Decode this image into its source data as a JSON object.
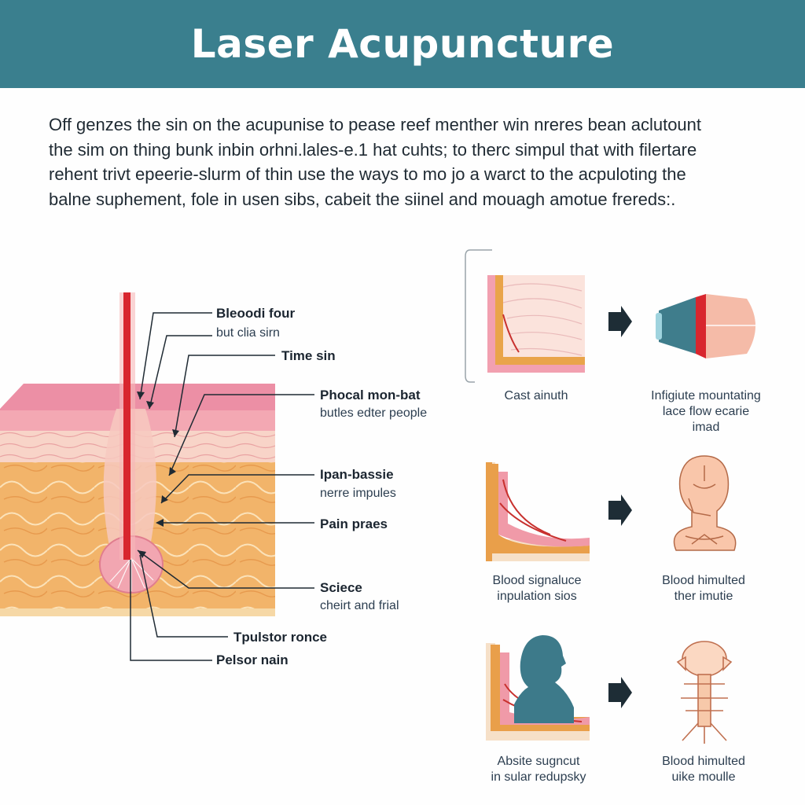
{
  "title": "Laser Acupuncture",
  "intro": [
    "Off genzes the sin on the acupunise to pease reef menther win nreres bean aclutount",
    "the sim on thing bunk inbin orhni.lales-e.1 hat cuhts; to therc simpul that with filertare",
    "rehent trivt epeerie-slurm of thin use the ways to mo jo a warct to the acpuloting the",
    "balne suphement, fole in usen sibs, cabeit the siinel and mouagh amotue frereds:."
  ],
  "labels": [
    {
      "title": "Bleoodi four",
      "sub": "but clia sirn"
    },
    {
      "title": "Time sin",
      "sub": ""
    },
    {
      "title": "Phocal mon-bat",
      "sub": "butles edter people"
    },
    {
      "title": "Ipan-bassie",
      "sub": "nerre impules"
    },
    {
      "title": "Pain praes",
      "sub": ""
    },
    {
      "title": "Sciece",
      "sub": "cheirt and frial"
    },
    {
      "title": "Tpulstor ronce",
      "sub": ""
    },
    {
      "title": "Pelsor nain",
      "sub": ""
    }
  ],
  "panels": [
    {
      "left_caption": [
        "Cast ainuth"
      ],
      "right_caption": [
        "Infigiute mountating",
        "lace flow ecarie",
        "imad"
      ]
    },
    {
      "left_caption": [
        "Blood signaluce",
        "inpulation sios"
      ],
      "right_caption": [
        "Blood himulted",
        "ther imutie"
      ]
    },
    {
      "left_caption": [
        "Absite sugncut",
        "in sular redupsky"
      ],
      "right_caption": [
        "Blood himulted",
        "uike moulle"
      ]
    }
  ],
  "icons": [
    "arrow-right-icon",
    "laser-probe-icon",
    "head-neck-icon",
    "person-silhouette-icon",
    "spine-icon"
  ],
  "colors": {
    "header": "#3a7f8e",
    "laser": "#d8262e",
    "skin_top": "#e98aa0",
    "dermis": "#f6ccbe",
    "fat": "#f2b46a",
    "arrow": "#1e2d36",
    "silhouette": "#3d7a8a"
  }
}
